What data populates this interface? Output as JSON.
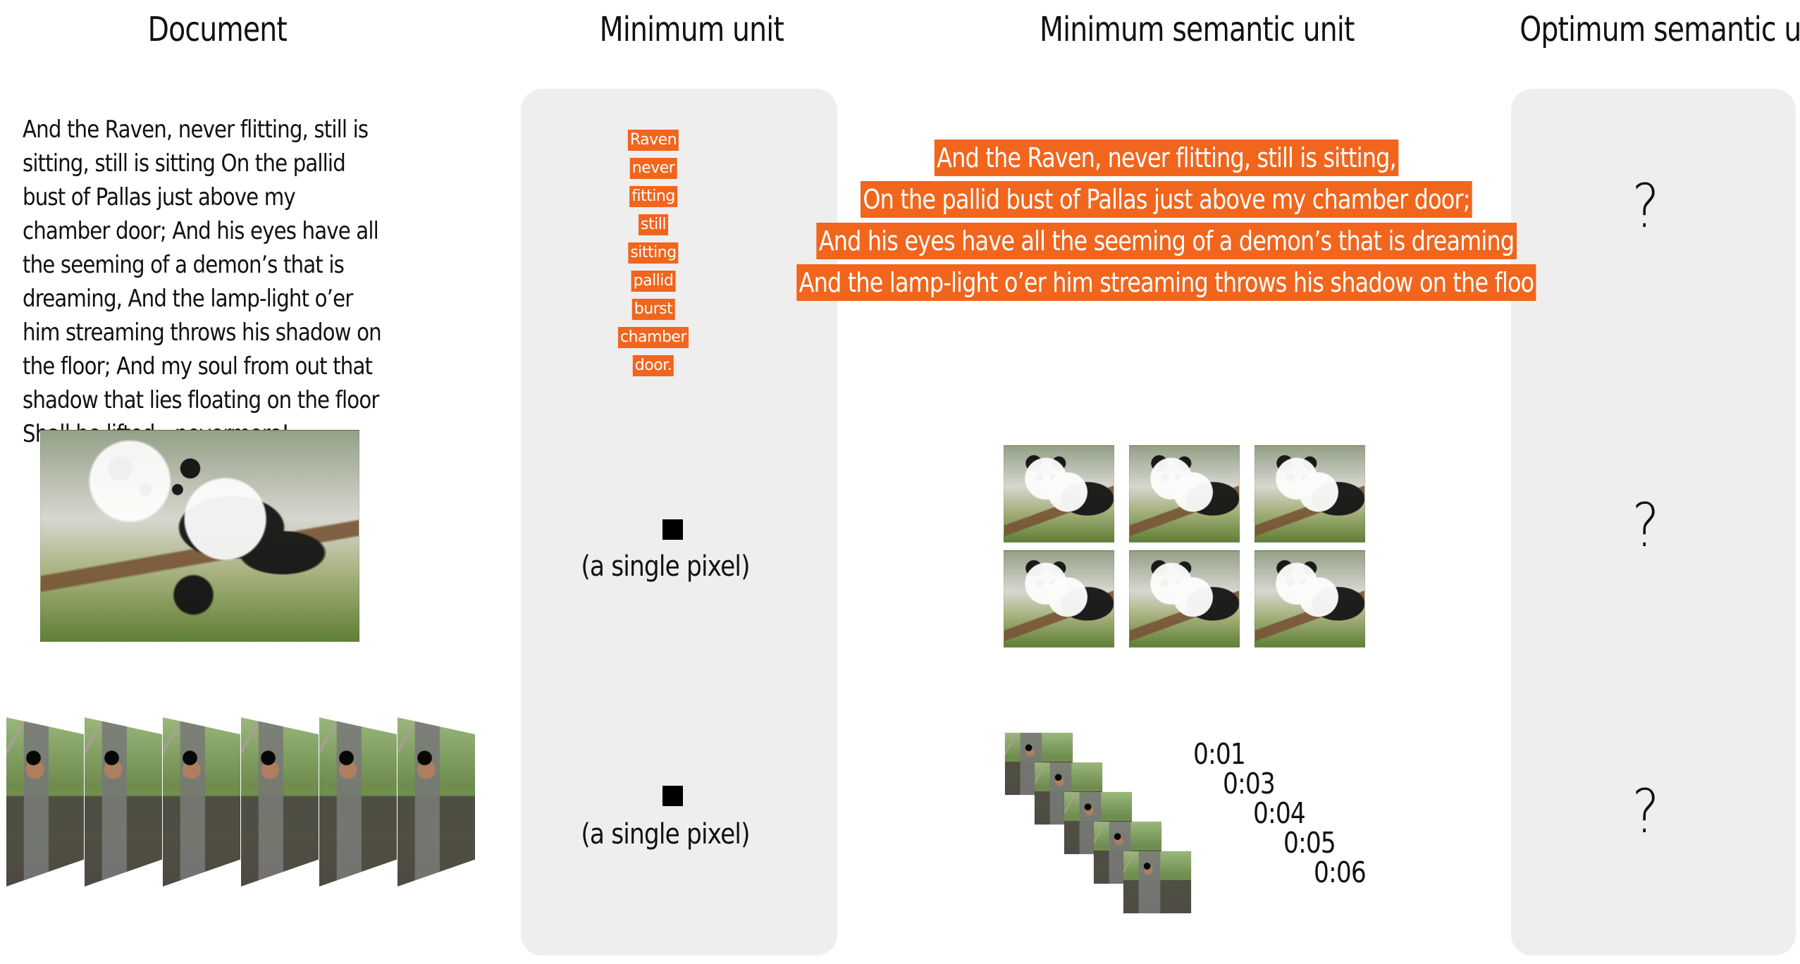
{
  "headers": {
    "document": "Document",
    "minimum_unit": "Minimum unit",
    "minimum_semantic_unit": "Minimum semantic unit",
    "optimum_semantic_unit": "Optimum semantic unit"
  },
  "document": {
    "paragraph": "And the Raven, never flitting, still is sitting, still is sitting On the pallid bust of Pallas just above my chamber door; And his eyes have all the seeming of a demon’s that is dreaming, And the lamp-light o’er him streaming throws his shadow on the floor; And my soul from out that shadow that lies floating on the floor Shall be lifted—nevermore!"
  },
  "minimum_unit": {
    "words": [
      "Raven",
      "never",
      "fitting",
      "still",
      "sitting",
      "pallid",
      "burst",
      "chamber",
      "door."
    ],
    "pixel_label_1": "(a single pixel)",
    "pixel_label_2": "(a single pixel)"
  },
  "minimum_semantic_unit": {
    "lines": [
      "And the Raven, never flitting, still is sitting,",
      "On the pallid bust of Pallas just above my chamber door;",
      "And his eyes have all the seeming of a demon’s that is dreaming",
      "And the lamp-light o’er him streaming throws his shadow on the floo"
    ],
    "timestamps": [
      "0:01",
      "0:03",
      "0:04",
      "0:05",
      "0:06"
    ]
  },
  "optimum_semantic_unit": {
    "marks": [
      "?",
      "?",
      "?"
    ]
  },
  "colors": {
    "accent": "#f1651d",
    "panel": "#eeeeee",
    "text": "#111111"
  }
}
